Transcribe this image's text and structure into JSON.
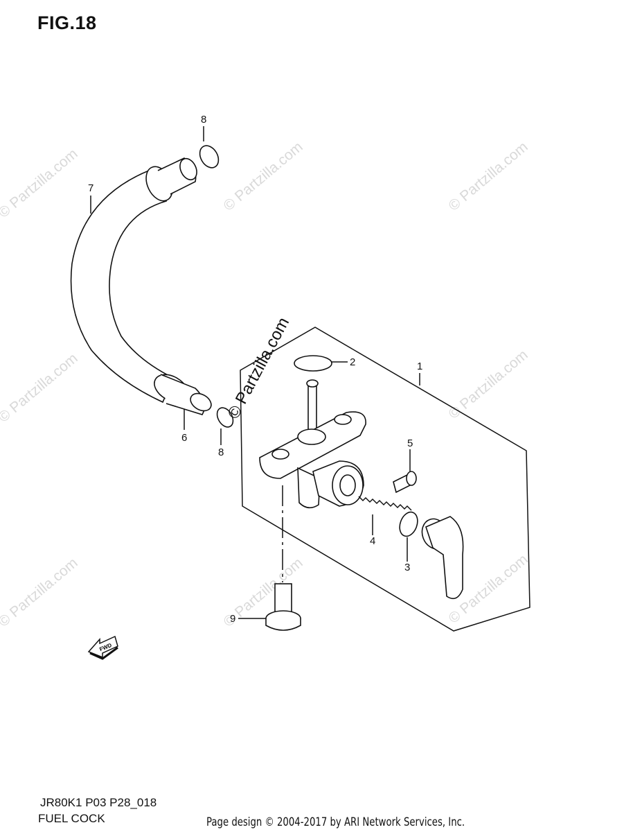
{
  "figure": {
    "title": "FIG.18",
    "model_code": "JR80K1 P03 P28_018",
    "caption": "FUEL COCK"
  },
  "footer": {
    "text": "Page design © 2004-2017 by ARI Network Services, Inc."
  },
  "watermark": {
    "text": "© Partzilla.com"
  },
  "fwd_label": "FWD",
  "callouts": [
    {
      "id": "1",
      "label": "1"
    },
    {
      "id": "2",
      "label": "2"
    },
    {
      "id": "3",
      "label": "3"
    },
    {
      "id": "4",
      "label": "4"
    },
    {
      "id": "5",
      "label": "5"
    },
    {
      "id": "6",
      "label": "6"
    },
    {
      "id": "7",
      "label": "7"
    },
    {
      "id": "8a",
      "label": "8"
    },
    {
      "id": "8b",
      "label": "8"
    },
    {
      "id": "9",
      "label": "9"
    }
  ]
}
